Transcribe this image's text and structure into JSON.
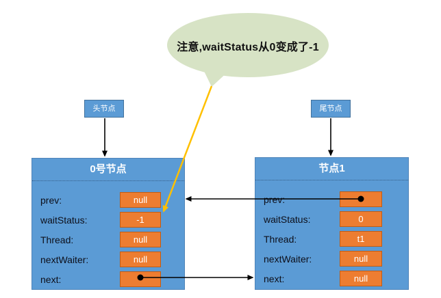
{
  "bubble": {
    "text": "注意,waitStatus从0变成了-1"
  },
  "pointer_labels": {
    "head": "头节点",
    "tail": "尾节点"
  },
  "nodes": {
    "left": {
      "title": "0号节点",
      "fields": [
        {
          "label": "prev:",
          "value": "null"
        },
        {
          "label": "waitStatus:",
          "value": "-1"
        },
        {
          "label": "Thread:",
          "value": "null"
        },
        {
          "label": "nextWaiter:",
          "value": "null"
        },
        {
          "label": "next:",
          "value": ""
        }
      ]
    },
    "right": {
      "title": "节点1",
      "fields": [
        {
          "label": "prev:",
          "value": ""
        },
        {
          "label": "waitStatus:",
          "value": "0"
        },
        {
          "label": "Thread:",
          "value": "t1"
        },
        {
          "label": "nextWaiter:",
          "value": "null"
        },
        {
          "label": "next:",
          "value": "null"
        }
      ]
    }
  },
  "arrows": {
    "next_pointer": "node0.next -> node1",
    "prev_pointer": "node1.prev -> node0",
    "callout_target": "waitStatus box of node 0"
  },
  "colors": {
    "node_blue": "#5B9BD5",
    "node_border": "#41719C",
    "value_orange": "#ED7D31",
    "value_border": "#C05C14",
    "bubble_green": "#D7E3C5",
    "callout_yellow": "#FFC000",
    "arrow_black": "#000000"
  }
}
